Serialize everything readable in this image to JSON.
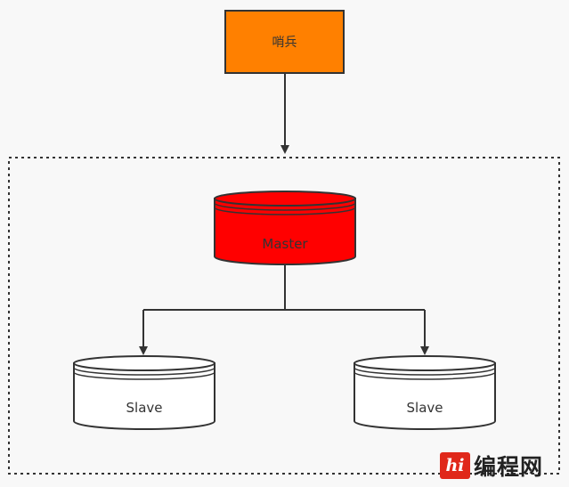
{
  "diagram": {
    "sentinel_label": "哨兵",
    "master_label": "Master",
    "slave_left_label": "Slave",
    "slave_right_label": "Slave"
  },
  "colors": {
    "sentinel_fill": "#ff8000",
    "master_fill": "#ff0000",
    "slave_fill": "#ffffff",
    "line": "#333333"
  },
  "watermark": {
    "logo_text": "hi",
    "site_name": "编程网"
  }
}
